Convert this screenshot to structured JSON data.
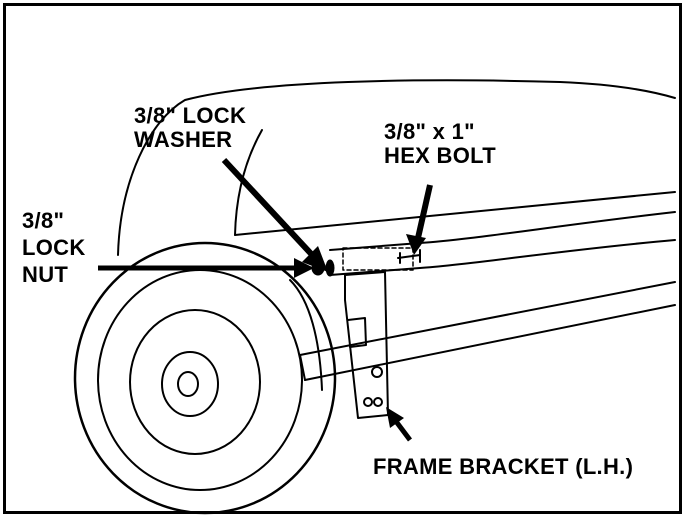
{
  "diagram": {
    "labels": {
      "lock_washer": [
        "3/8\" LOCK",
        "WASHER"
      ],
      "hex_bolt": [
        "3/8\" x 1\"",
        "HEX BOLT"
      ],
      "lock_nut": [
        "3/8\"",
        "LOCK",
        "NUT"
      ],
      "frame_bracket": "FRAME BRACKET (L.H.)"
    },
    "colors": {
      "line": "#000000",
      "background": "#ffffff"
    }
  }
}
